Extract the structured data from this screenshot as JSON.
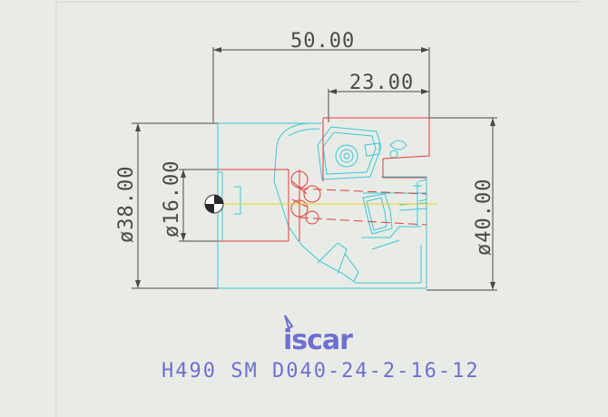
{
  "drawing": {
    "dimensions": {
      "overall_length": "50.00",
      "pocket_length": "23.00",
      "diameter_outer": "ø38.00",
      "diameter_bore": "ø16.00",
      "diameter_cutting": "ø40.00"
    },
    "logo": "iscar",
    "part_code": "H490 SM D040-24-2-16-12",
    "colors": {
      "background": "#e9ece6",
      "dimension_lines": "#4a4a4a",
      "body_outline": "#38c8d8",
      "insert_section": "#e03c3c",
      "centerline": "#e8d21a",
      "brand_blue": "#6e6fd1"
    }
  }
}
